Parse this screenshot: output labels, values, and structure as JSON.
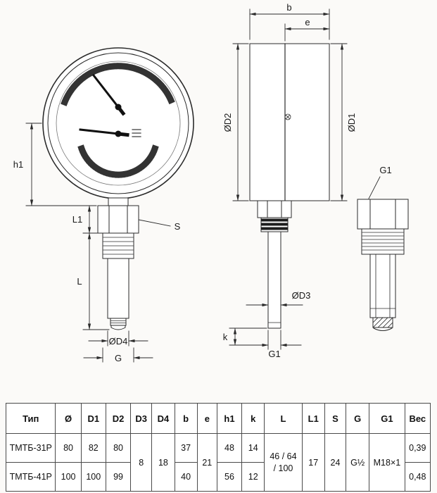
{
  "drawing": {
    "front": {
      "h1": "h1",
      "l1": "L1",
      "l": "L",
      "s": "S",
      "d4": "ØD4",
      "g": "G"
    },
    "side": {
      "b": "b",
      "e": "e",
      "d2": "ØD2",
      "d1": "ØD1",
      "d3": "ØD3",
      "k": "k",
      "g1": "G1"
    },
    "fitting": {
      "g1": "G1"
    }
  },
  "table": {
    "headers": [
      "Тип",
      "Ø",
      "D1",
      "D2",
      "D3",
      "D4",
      "b",
      "e",
      "h1",
      "k",
      "L",
      "L1",
      "S",
      "G",
      "G1",
      "Вес"
    ],
    "rows": [
      {
        "type": "ТМТБ-31Р",
        "diameter": "80",
        "d1": "82",
        "d2": "80",
        "b": "37",
        "h1": "48",
        "k": "14",
        "weight": "0,39"
      },
      {
        "type": "ТМТБ-41Р",
        "diameter": "100",
        "d1": "100",
        "d2": "99",
        "b": "40",
        "h1": "56",
        "k": "12",
        "weight": "0,48"
      }
    ],
    "shared": {
      "d3": "8",
      "d4": "18",
      "e": "21",
      "l": "46 / 64\n/ 100",
      "l1": "17",
      "s": "24",
      "g": "G½",
      "g1": "M18×1"
    }
  }
}
